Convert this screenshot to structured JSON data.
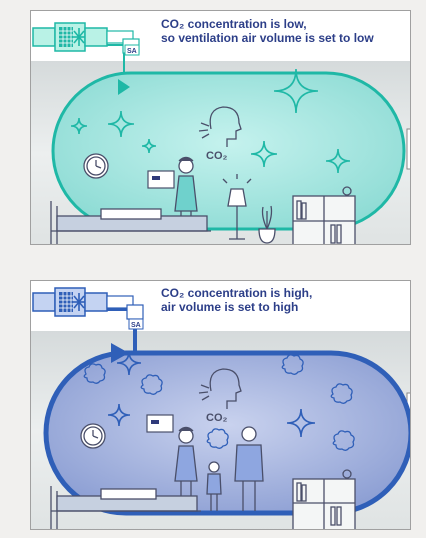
{
  "panels": [
    {
      "caption_line1": "CO₂ concentration is low,",
      "caption_line2": "so ventilation air volume is set to low",
      "sa_label": "SA",
      "co2_label": "CO₂",
      "air_volume": "low",
      "colors": {
        "accent": "#1fb8a6",
        "room_fill": "#a9e6e1",
        "unit_fill": "#b9f2e6"
      }
    },
    {
      "caption_line1": "CO₂ concentration is high,",
      "caption_line2": "air volume is set to high",
      "sa_label": "SA",
      "co2_label": "CO₂",
      "air_volume": "high",
      "colors": {
        "accent": "#2f5fb8",
        "room_fill": "#a9b7e2",
        "unit_fill": "#c4d3f2"
      }
    }
  ]
}
